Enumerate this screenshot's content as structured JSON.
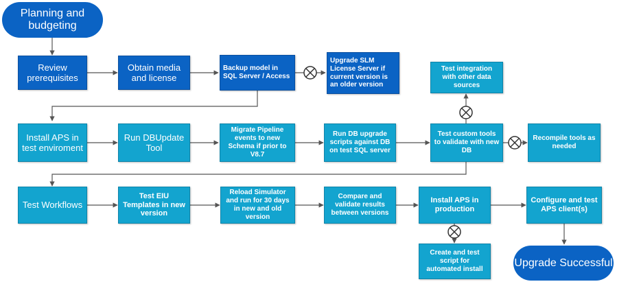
{
  "start_label": "Planning and budgeting",
  "end_label": "Upgrade Successful",
  "colors": {
    "dark_box": "#0b63c4",
    "light_box": "#13a4cf",
    "connector": "#555555"
  },
  "steps": {
    "review": "Review prerequisites",
    "obtain": "Obtain media and license",
    "backup": "Backup model in SQL Server / Access",
    "upgrade_slm": "Upgrade SLM License Server if current version is an older version",
    "install_test": "Install APS in test enviroment",
    "dbupdate": "Run DBUpdate Tool",
    "migrate": "Migrate Pipeline events to new Schema if prior to V8.7",
    "db_scripts": "Run DB upgrade scripts against DB on test SQL server",
    "test_custom": "Test custom tools to validate with new DB",
    "test_integration": "Test integration with other data sources",
    "recompile": "Recompile tools as needed",
    "workflows": "Test Workflows",
    "eiu": "Test EIU Templates in new version",
    "reload": "Reload Simulator and run for 30 days in new and old version",
    "compare": "Compare and validate results between versions",
    "install_prod": "Install APS in production",
    "create_script": "Create and test script for automated install",
    "configure": "Configure and test APS client(s)"
  }
}
